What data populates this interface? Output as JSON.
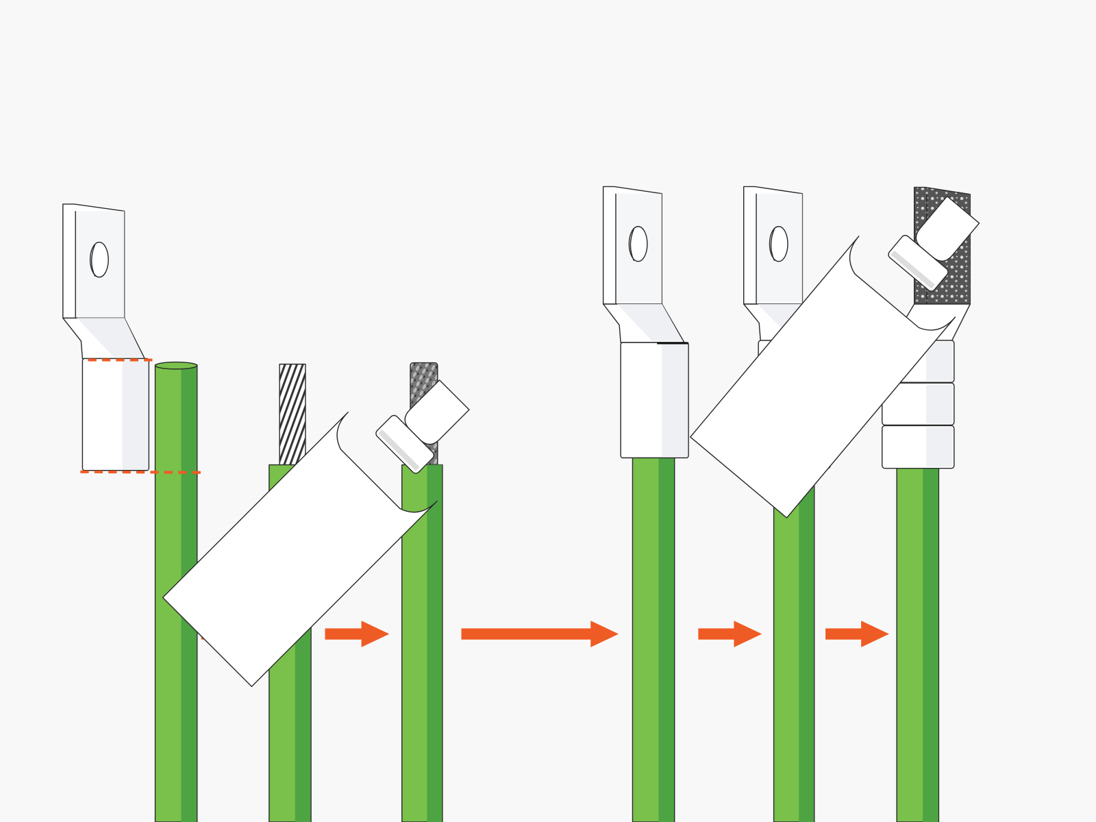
{
  "colors": {
    "background": "#f8f8f8",
    "wire_light": "#79c14b",
    "wire_dark": "#4ea443",
    "arrow": "#ef5b24",
    "lug": "#ffffff",
    "lug_shade": "#eef0f3",
    "solder": "#555555"
  },
  "steps": [
    {
      "name": "measure-lug-against-wire"
    },
    {
      "name": "strip-insulation"
    },
    {
      "name": "tin-strands"
    },
    {
      "name": "insert-wire-into-lug"
    },
    {
      "name": "crimp-lug"
    },
    {
      "name": "tin-lug-plate"
    }
  ],
  "icons": [
    "arrow-right-icon",
    "glue-bottle-icon",
    "cable-lug-icon"
  ]
}
